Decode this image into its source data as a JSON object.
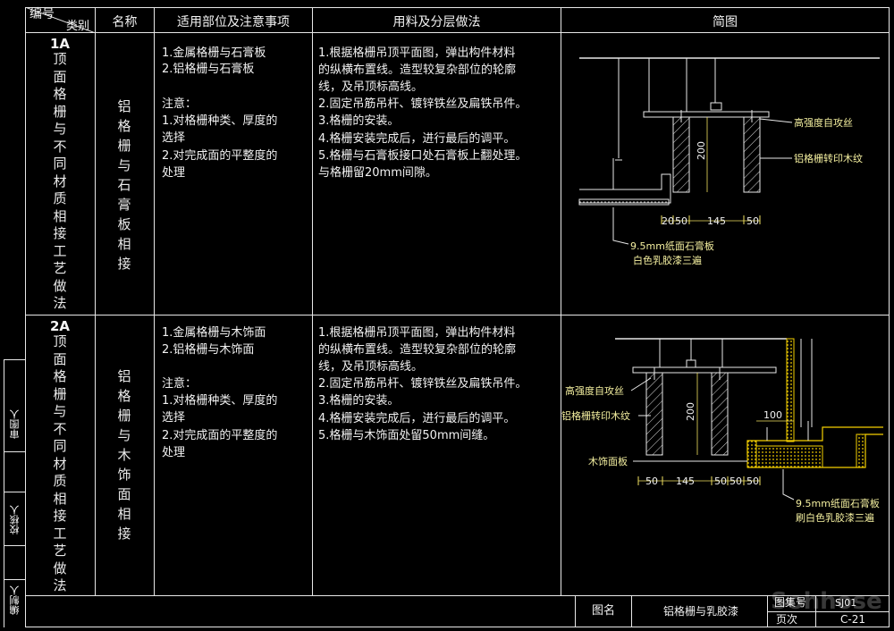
{
  "header": {
    "code_label": "编号",
    "category_label": "类别",
    "name_label": "名称",
    "scope_label": "适用部位及注意事项",
    "method_label": "用料及分层做法",
    "diagram_label": "简图"
  },
  "rows": [
    {
      "code": "1A",
      "category": "顶面格栅与不同材质相接工艺做法",
      "name": "铝格栅与石膏板相接",
      "scope": [
        "1.金属格栅与石膏板",
        "2.铝格栅与石膏板",
        "",
        "注意：",
        "1.对格栅种类、厚度的",
        "选择",
        "2.对完成面的平整度的",
        "处理"
      ],
      "method": [
        "1.根据格栅吊顶平面图，弹出构件材料",
        "的纵横布置线。造型较复杂部位的轮廓",
        "线，及吊顶标高线。",
        "2.固定吊筋吊杆、镀锌铁丝及扁铁吊件。",
        "3.格栅的安装。",
        "4.格栅安装完成后，进行最后的调平。",
        "5.格栅与石膏板接口处石膏板上翻处理。",
        "与格栅留20mm间隙。"
      ],
      "diagram": {
        "label_screw": "高强度自攻丝",
        "label_grille": "铝格栅转印木纹",
        "label_board_1": "9.5mm纸面石膏板",
        "label_board_2": "白色乳胶漆三遍",
        "dim_height": "200",
        "dim_a": "20",
        "dim_b": "50",
        "dim_c": "145",
        "dim_d": "50"
      }
    },
    {
      "code": "2A",
      "category": "顶面格栅与不同材质相接工艺做法",
      "name": "铝格栅与木饰面相接",
      "scope": [
        "1.金属格栅与木饰面",
        "2.铝格栅与木饰面",
        "",
        "注意：",
        "1.对格栅种类、厚度的",
        "选择",
        "2.对完成面的平整度的",
        "处理"
      ],
      "method": [
        "1.根据格栅吊顶平面图，弹出构件材料",
        "的纵横布置线。造型较复杂部位的轮廓",
        "线，及吊顶标高线。",
        "2.固定吊筋吊杆、镀锌铁丝及扁铁吊件。",
        "3.格栅的安装。",
        "4.格栅安装完成后，进行最后的调平。",
        "5.格栅与木饰面处留50mm间缝。"
      ],
      "diagram": {
        "label_screw": "高强度自攻丝",
        "label_grille": "铝格栅转印木纹",
        "label_wood": "木饰面板",
        "label_board_1": "9.5mm纸面石膏板",
        "label_board_2": "刷白色乳胶漆三遍",
        "dim_height": "200",
        "dim_top": "100",
        "dim_a": "50",
        "dim_b": "145",
        "dim_c": "50",
        "dim_d": "50",
        "dim_e": "50"
      }
    }
  ],
  "side_labels": [
    "审图人",
    "校核人",
    "编制人"
  ],
  "footer": {
    "title_label": "图名",
    "title_value": "铝格栅与乳胶漆",
    "set_label": "图集号",
    "page_label": "页次",
    "page_value": "C-21",
    "set_value": "SJ01"
  },
  "watermark": "Sohhose",
  "colors": {
    "background": "#000000",
    "lines": "#e8e8e8",
    "dim": "#f0e060",
    "hatch": "#f5d000"
  }
}
